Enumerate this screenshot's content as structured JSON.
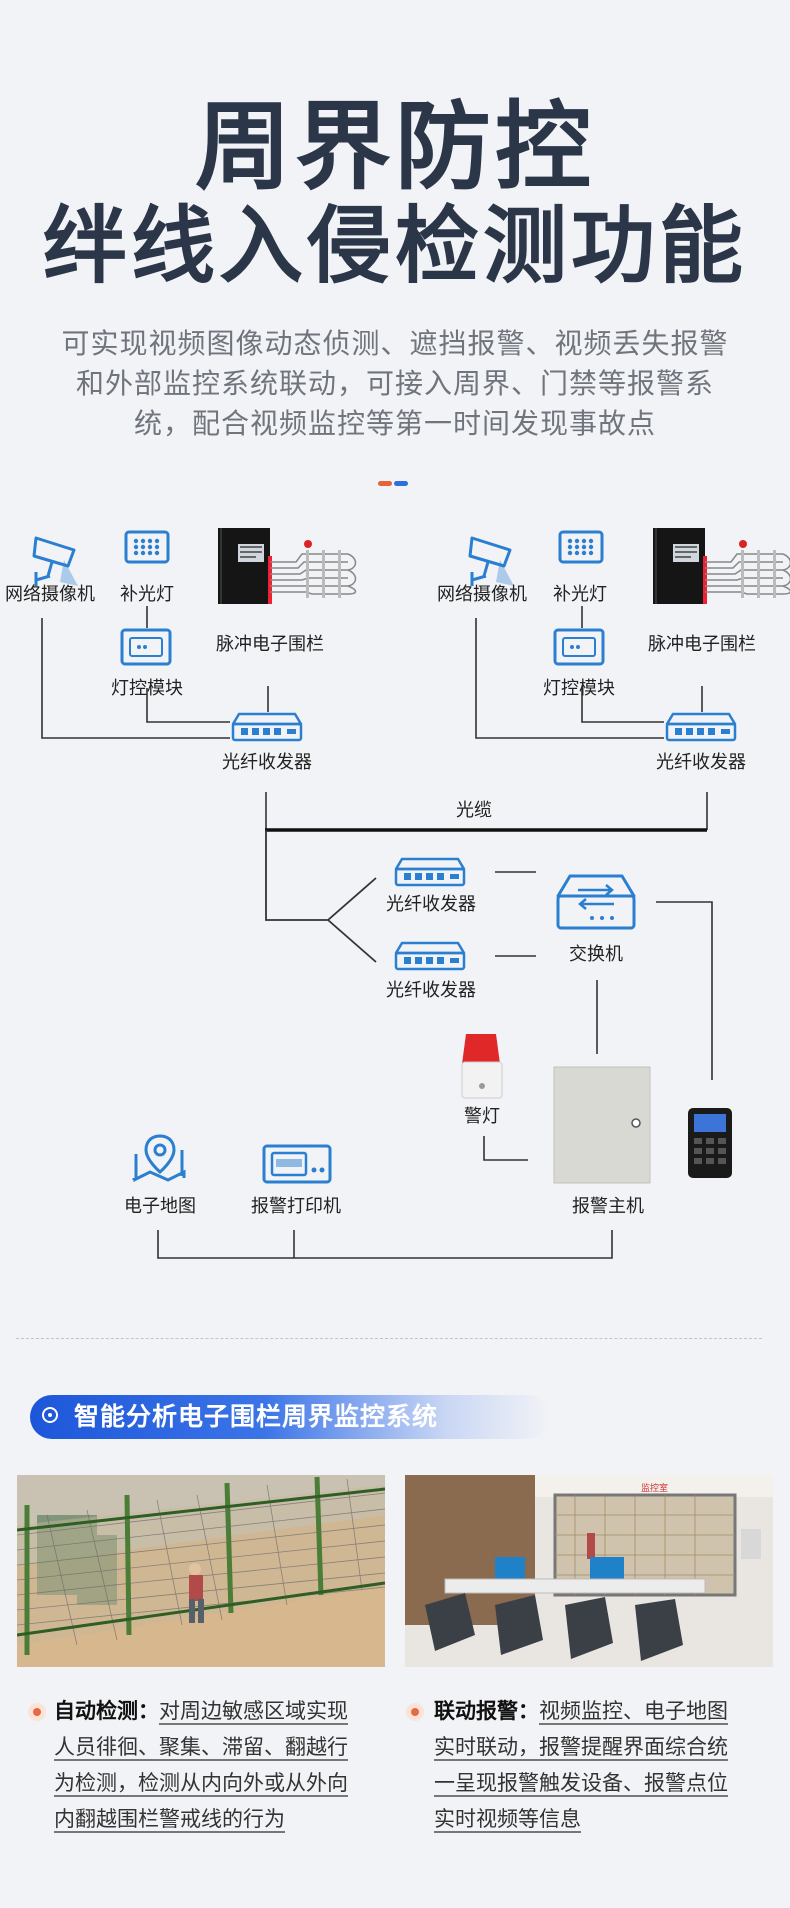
{
  "header": {
    "title_line1": "周界防控",
    "title_line2": "绊线入侵检测功能",
    "subtitle_lines": [
      "可实现视频图像动态侦测、遮挡报警、视频丢失报警",
      "和外部监控系统联动，可接入周界、门禁等报警系",
      "统，配合视频监控等第一时间发现事故点"
    ],
    "dot_colors": [
      "#e4643c",
      "#2f6fdc"
    ]
  },
  "diagram": {
    "left_group": {
      "camera": "网络摄像机",
      "fill_light": "补光灯",
      "light_module": "灯控模块",
      "pulse_fence": "脉冲电子围栏",
      "transceiver": "光纤收发器"
    },
    "right_group": {
      "camera": "网络摄像机",
      "fill_light": "补光灯",
      "light_module": "灯控模块",
      "pulse_fence": "脉冲电子围栏",
      "transceiver": "光纤收发器"
    },
    "cable": "光缆",
    "center_transceiver_1": "光纤收发器",
    "center_transceiver_2": "光纤收发器",
    "switch": "交换机",
    "alarm_light": "警灯",
    "alarm_host": "报警主机",
    "e_map": "电子地图",
    "alarm_printer": "报警打印机",
    "icon_color": "#2b7fd0"
  },
  "section": {
    "banner_title": "智能分析电子围栏周界监控系统"
  },
  "features": [
    {
      "title": "自动检测：",
      "lines": [
        "对周边敏感区域实现",
        "人员徘徊、聚集、滞留、翻越行",
        "为检测，检测从内向外或从外向",
        "内翻越围栏警戒线的行为"
      ]
    },
    {
      "title": "联动报警：",
      "lines": [
        "视频监控、电子地图",
        "实时联动，报警提醒界面综合统",
        "一呈现报警触发设备、报警点位",
        "实时视频等信息"
      ]
    }
  ],
  "photos": [
    {
      "name": "fence-scene"
    },
    {
      "name": "control-room-scene",
      "sign_text": "监控室"
    }
  ]
}
